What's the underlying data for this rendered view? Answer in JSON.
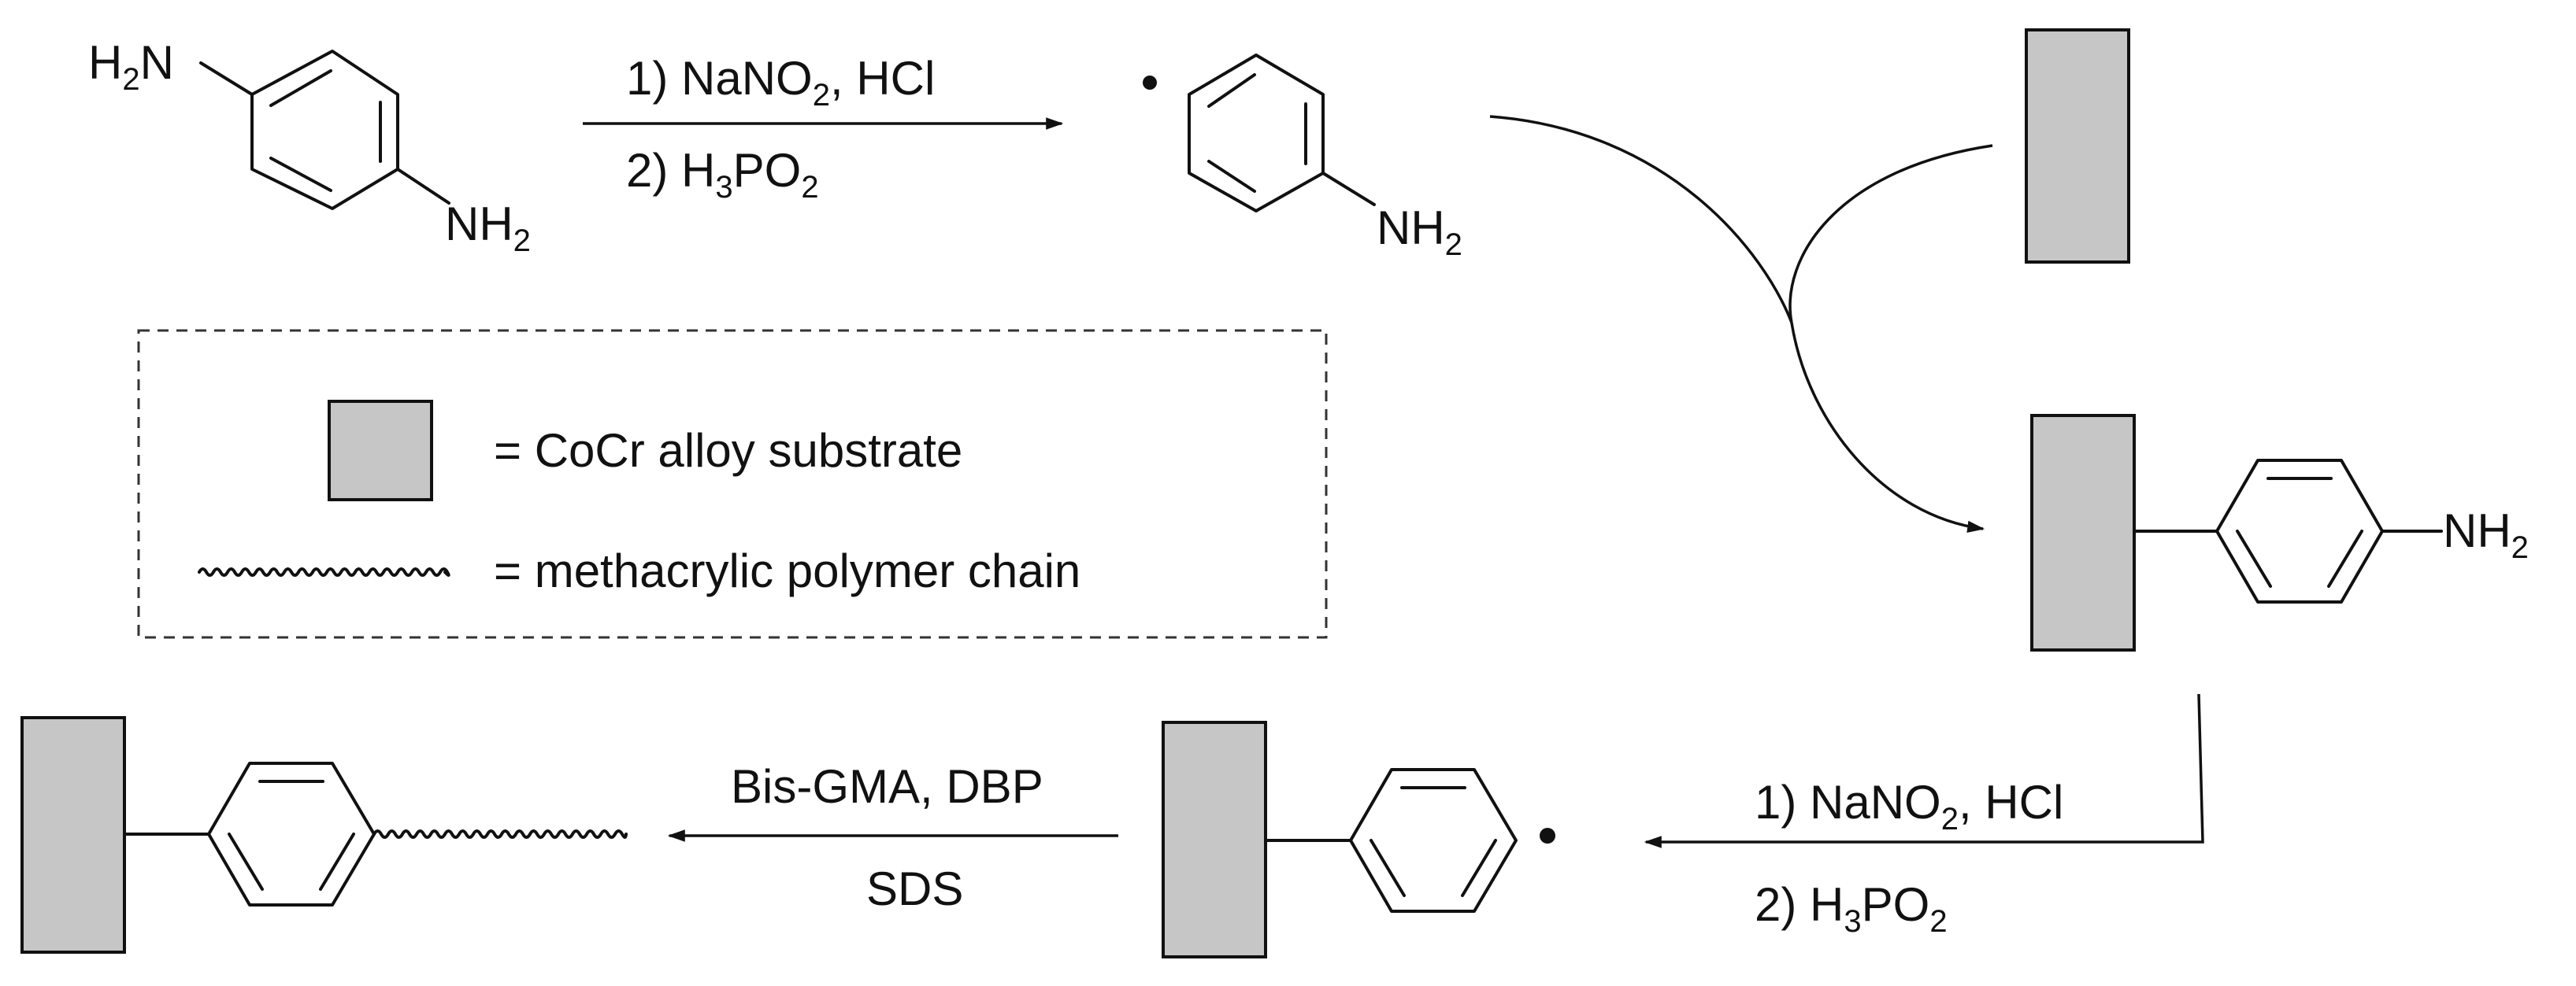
{
  "colors": {
    "substrate_fill": "#c6c6c6",
    "line": "#111111"
  },
  "reagents": {
    "step1_line1_pre": "1) NaNO",
    "step1_line1_sub": "2",
    "step1_line1_post": ", HCl",
    "step1_line2_pre": "2) H",
    "step1_line2_sub1": "3",
    "step1_line2_mid": "PO",
    "step1_line2_sub2": "2",
    "step3_line1": "Bis-GMA, DBP",
    "step3_line2": "SDS"
  },
  "groups": {
    "h2": "H",
    "two": "2",
    "n": "N",
    "nh": "NH"
  },
  "legend": {
    "substrate_text": "= CoCr alloy substrate",
    "polymer_text": "= methacrylic polymer chain"
  }
}
